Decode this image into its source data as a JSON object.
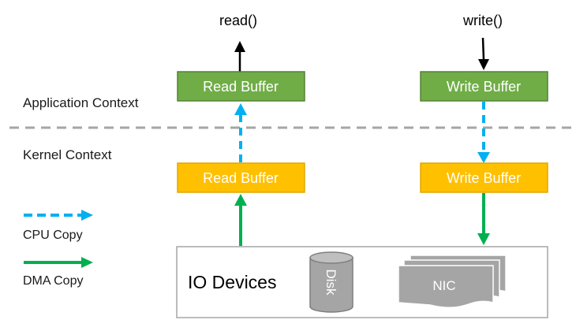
{
  "calls": {
    "read": "read()",
    "write": "write()"
  },
  "contexts": {
    "application": "Application Context",
    "kernel": "Kernel Context"
  },
  "buffers": {
    "app_read": "Read Buffer",
    "app_write": "Write Buffer",
    "kernel_read": "Read Buffer",
    "kernel_write": "Write Buffer"
  },
  "legend": {
    "cpu_copy": "CPU Copy",
    "dma_copy": "DMA Copy"
  },
  "io": {
    "title": "IO Devices",
    "disk": "Disk",
    "nic": "NIC"
  },
  "colors": {
    "app_buffer_fill": "#70ad47",
    "app_buffer_stroke": "#548235",
    "kernel_buffer_fill": "#ffc000",
    "kernel_buffer_stroke": "#e0a800",
    "cpu_copy": "#00b0f0",
    "dma_copy": "#00b050",
    "divider": "#a6a6a6",
    "device_gray": "#a5a5a5",
    "device_stroke": "#7f7f7f",
    "io_box_stroke": "#a6a6a6"
  }
}
